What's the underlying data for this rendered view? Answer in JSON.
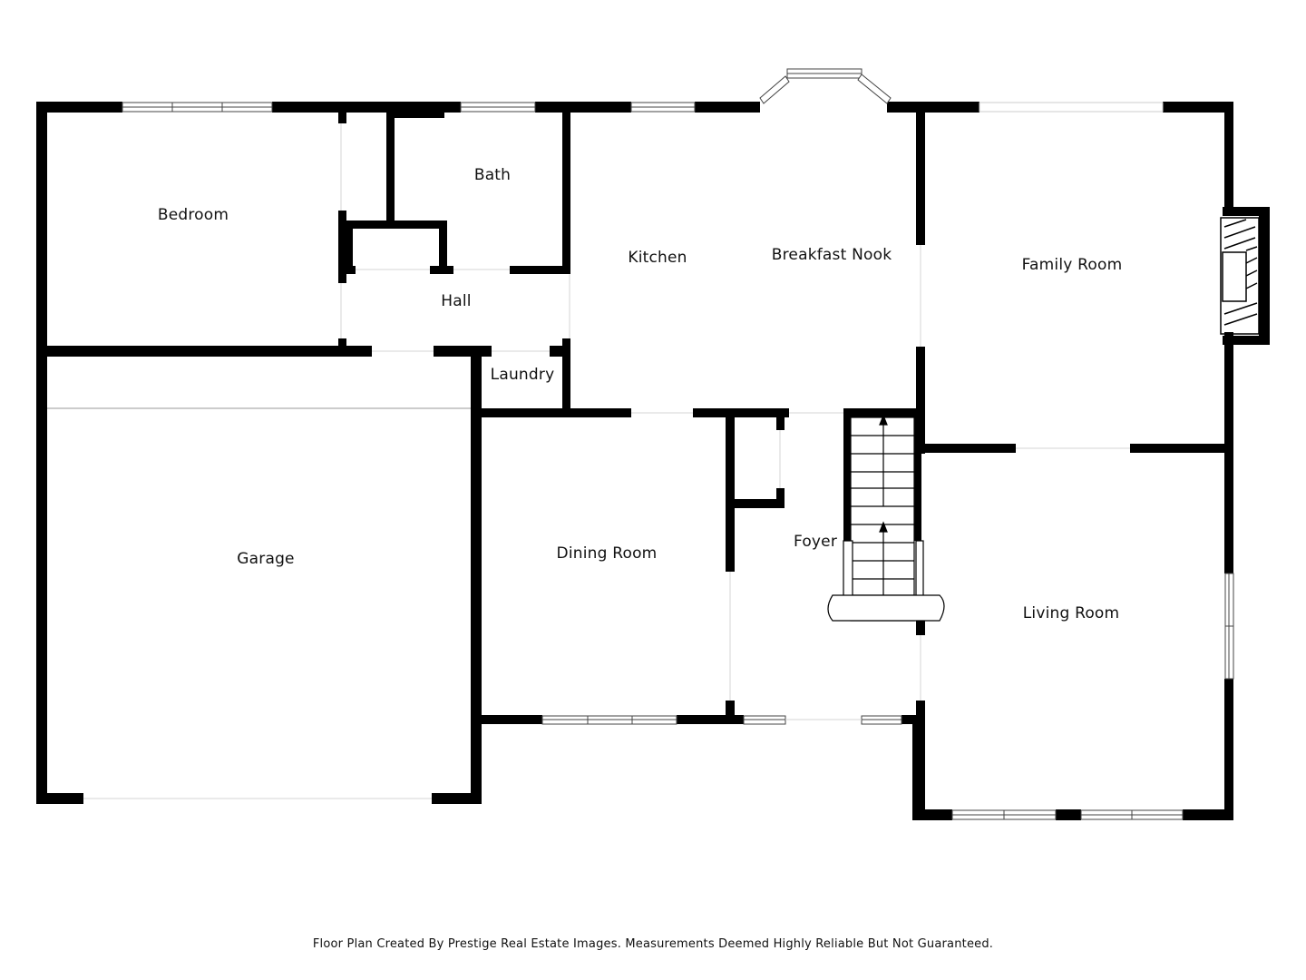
{
  "rooms": {
    "bedroom": "Bedroom",
    "bath": "Bath",
    "hall": "Hall",
    "laundry": "Laundry",
    "kitchen": "Kitchen",
    "breakfast_nook": "Breakfast Nook",
    "family_room": "Family Room",
    "garage": "Garage",
    "dining_room": "Dining Room",
    "foyer": "Foyer",
    "living_room": "Living Room"
  },
  "footer": "Floor Plan Created By Prestige Real Estate Images. Measurements Deemed Highly Reliable But Not Guaranteed.",
  "colors": {
    "wall": "#000000",
    "opening": "#d6d6d6",
    "background": "#ffffff"
  }
}
